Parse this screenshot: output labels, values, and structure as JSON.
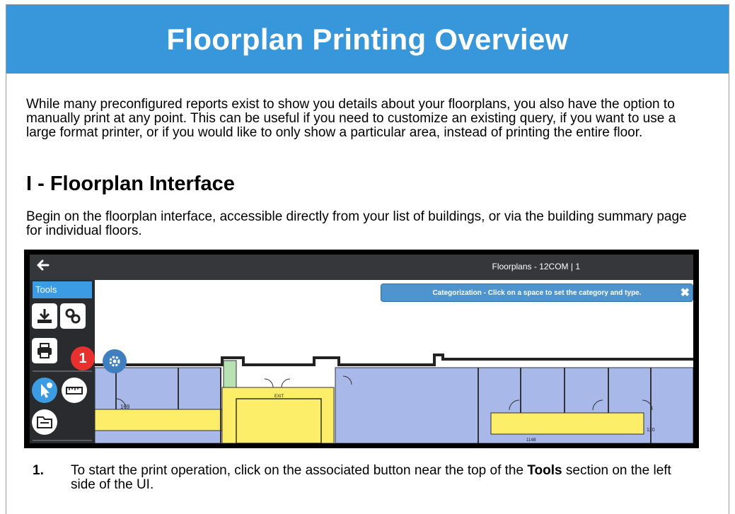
{
  "banner": {
    "title": "Floorplan Printing Overview"
  },
  "intro": "While many preconfigured reports exist to show you details about your floorplans, you also have the option to manually print at any point.  This can be useful if you need to customize an existing query, if you want to use a large format printer, or if you would like to only show a particular area, instead of printing the entire floor.",
  "section": {
    "heading": "I - Floorplan Interface",
    "text": "Begin on the floorplan interface, accessible directly from your list of buildings, or via the building summary page for individual floors."
  },
  "screenshot": {
    "title": "Floorplans - 12COM | 1",
    "tools_label": "Tools",
    "banner_text": "Categorization - Click on a space to set the category and type.",
    "close_glyph": "✖",
    "badge": "1",
    "room_labels": [
      "169",
      "EXIT",
      "114B",
      "120"
    ],
    "icons": [
      "back-arrow-icon",
      "download-icon",
      "link-icon",
      "print-icon",
      "cursor-info-icon",
      "ruler-icon",
      "folder-ruler-icon",
      "gear-icon",
      "close-icon"
    ],
    "colors": {
      "topbar": "#35373b",
      "sidebar": "#2a2b2e",
      "accent": "#3b9be3",
      "room_blue": "#a8b8e8",
      "room_yellow": "#fdee6a",
      "room_green": "#b7e2b3",
      "badge_red": "#e8312f"
    }
  },
  "list": [
    {
      "number": "1.",
      "before": "To start the print operation, click on the associated button near the top of the ",
      "bold": "Tools",
      "after": " section on the left side of the UI."
    }
  ],
  "colors": {
    "banner": "#3897db"
  }
}
